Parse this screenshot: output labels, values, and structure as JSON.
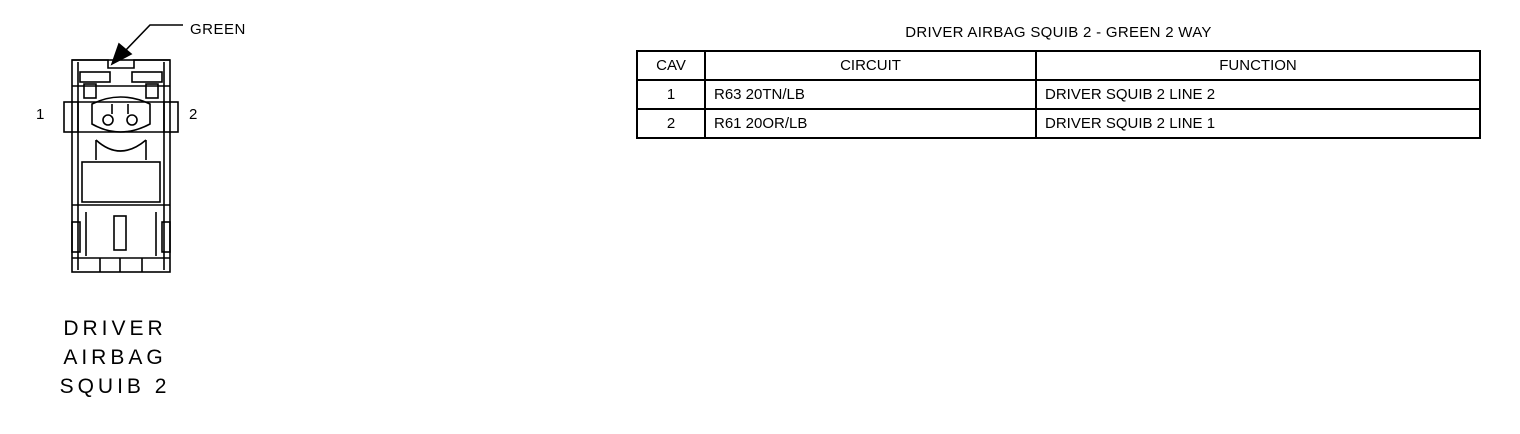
{
  "connector": {
    "color_label": "GREEN",
    "cavity_left": "1",
    "cavity_right": "2",
    "name_lines": [
      "DRIVER",
      "AIRBAG",
      "SQUIB 2"
    ]
  },
  "table": {
    "title": "DRIVER AIRBAG SQUIB 2 - GREEN 2 WAY",
    "headers": [
      "CAV",
      "CIRCUIT",
      "FUNCTION"
    ],
    "rows": [
      {
        "cav": "1",
        "circuit": "R63 20TN/LB",
        "function": "DRIVER SQUIB 2 LINE 2"
      },
      {
        "cav": "2",
        "circuit": "R61 20OR/LB",
        "function": "DRIVER SQUIB 2 LINE 1"
      }
    ]
  }
}
